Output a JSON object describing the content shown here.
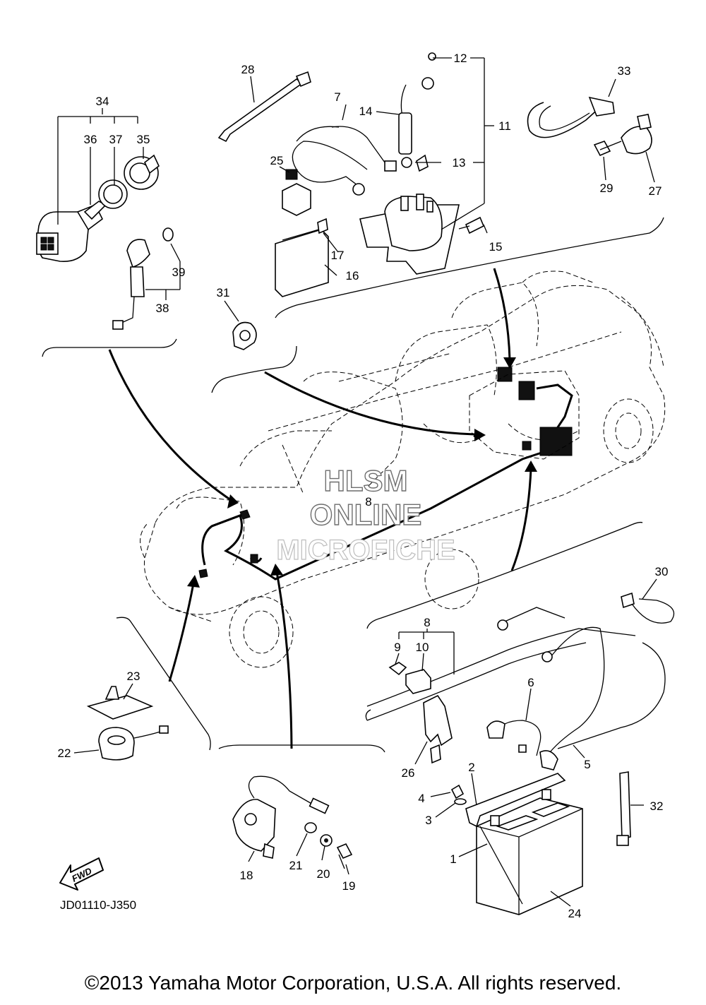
{
  "callouts": {
    "n1": "1",
    "n2": "2",
    "n3": "3",
    "n4": "4",
    "n5": "5",
    "n6": "6",
    "n7": "7",
    "n8a": "8",
    "n8b": "8",
    "n9": "9",
    "n10": "10",
    "n11": "11",
    "n12": "12",
    "n13": "13",
    "n14": "14",
    "n15": "15",
    "n16": "16",
    "n17": "17",
    "n18": "18",
    "n19": "19",
    "n20": "20",
    "n21": "21",
    "n22": "22",
    "n23": "23",
    "n24": "24",
    "n25": "25",
    "n26": "26",
    "n27": "27",
    "n28": "28",
    "n29": "29",
    "n30": "30",
    "n31": "31",
    "n32": "32",
    "n33": "33",
    "n34": "34",
    "n35": "35",
    "n36": "36",
    "n37": "37",
    "n38": "38",
    "n39": "39"
  },
  "fwd_label": "FWD",
  "diagram_code": "JD01110-J350",
  "watermark": {
    "line1": "HLSM",
    "line2": "ONLINE",
    "line3": "MICROFICHE"
  },
  "copyright": "©2013 Yamaha Motor Corporation, U.S.A. All rights reserved."
}
